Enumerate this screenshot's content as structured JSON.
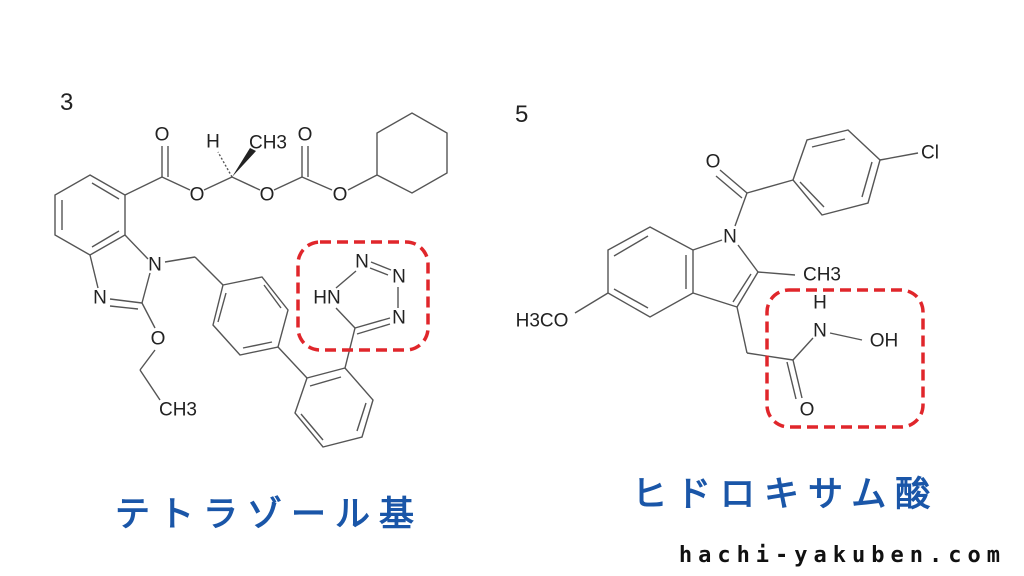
{
  "compounds": [
    {
      "number": "3",
      "atoms": {
        "o1": "O",
        "o2": "O",
        "h": "H",
        "ch3_top": "CH3",
        "o3": "O",
        "o4": "O",
        "o5": "O",
        "n1": "N",
        "n3": "N",
        "o_ethoxy": "O",
        "ch3_ethyl": "CH3",
        "hn": "HN",
        "n_a": "N",
        "n_b": "N",
        "n_c": "N"
      },
      "highlight_caption": "テトラゾール基"
    },
    {
      "number": "5",
      "atoms": {
        "o_benzoyl": "O",
        "cl": "Cl",
        "n_indole": "N",
        "ch3": "CH3",
        "h3co": "H3CO",
        "h": "H",
        "n": "N",
        "oh": "OH",
        "o_amide": "O"
      },
      "highlight_caption": "ヒドロキサム酸"
    }
  ],
  "highlight_color": "#e0262b",
  "caption_color": "#1a56a8",
  "footer": {
    "site": "hachi-yakuben.com"
  }
}
